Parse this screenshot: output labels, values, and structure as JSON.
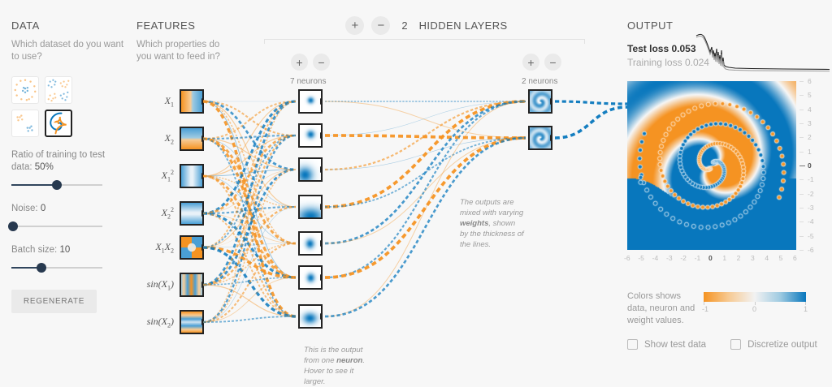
{
  "data_panel": {
    "title": "DATA",
    "subtitle": "Which dataset do you want to use?",
    "datasets": [
      {
        "name": "circle",
        "selected": false
      },
      {
        "name": "exclusive-or",
        "selected": false
      },
      {
        "name": "gaussian",
        "selected": false
      },
      {
        "name": "spiral",
        "selected": true
      }
    ],
    "ratio": {
      "label": "Ratio of training to test data:",
      "value": "50%",
      "pct": 50
    },
    "noise": {
      "label": "Noise:",
      "value": "0",
      "pct": 0
    },
    "batch": {
      "label": "Batch size:",
      "value": "10",
      "pct": 33
    },
    "regenerate_label": "REGENERATE"
  },
  "features_panel": {
    "title": "FEATURES",
    "subtitle": "Which properties do you want to feed in?",
    "features": [
      {
        "id": "x1",
        "label": "X",
        "sub": "1",
        "sup": ""
      },
      {
        "id": "x2",
        "label": "X",
        "sub": "2",
        "sup": ""
      },
      {
        "id": "x1sq",
        "label": "X",
        "sub": "1",
        "sup": "2"
      },
      {
        "id": "x2sq",
        "label": "X",
        "sub": "2",
        "sup": "2"
      },
      {
        "id": "x1x2",
        "label": "X₁X₂",
        "sub": "",
        "sup": ""
      },
      {
        "id": "sinx1",
        "label": "sin(X",
        "sub": "1",
        "sup": ")"
      },
      {
        "id": "sinx2",
        "label": "sin(X",
        "sub": "2",
        "sup": ")"
      }
    ]
  },
  "network": {
    "hidden_layers_count": "2",
    "hidden_layers_label": "HIDDEN LAYERS",
    "add_layer_label": "+",
    "remove_layer_label": "−",
    "layers": [
      {
        "neuron_count_label": "7 neurons",
        "neurons": 7,
        "add": "+",
        "remove": "−"
      },
      {
        "neuron_count_label": "2 neurons",
        "neurons": 2,
        "add": "+",
        "remove": "−"
      }
    ],
    "annotation_weights": {
      "line1": "The outputs are",
      "line2": "mixed with varying",
      "bold": "weights",
      "line3": ", shown",
      "line4": "by the thickness of",
      "line5": "the lines."
    },
    "annotation_neuron": {
      "line1": "This is the output",
      "line2": "from one ",
      "bold": "neuron",
      "line3": ".",
      "line4": "Hover to see it",
      "line5": "larger."
    }
  },
  "output_panel": {
    "title": "OUTPUT",
    "test_loss_label": "Test loss",
    "test_loss_value": "0.053",
    "training_loss_label": "Training loss",
    "training_loss_value": "0.024",
    "axis_ticks": [
      "-6",
      "-5",
      "-4",
      "-3",
      "-2",
      "-1",
      "0",
      "1",
      "2",
      "3",
      "4",
      "5",
      "6"
    ],
    "legend_text": "Colors shows data, neuron and weight values.",
    "legend_ticks": [
      "-1",
      "0",
      "1"
    ],
    "show_test_data_label": "Show test data",
    "discretize_label": "Discretize output",
    "show_test_data_checked": false,
    "discretize_checked": false
  },
  "colors": {
    "orange": "#f59322",
    "blue": "#0877bd",
    "neutral": "#f7f7f7",
    "knob": "#27394f"
  }
}
